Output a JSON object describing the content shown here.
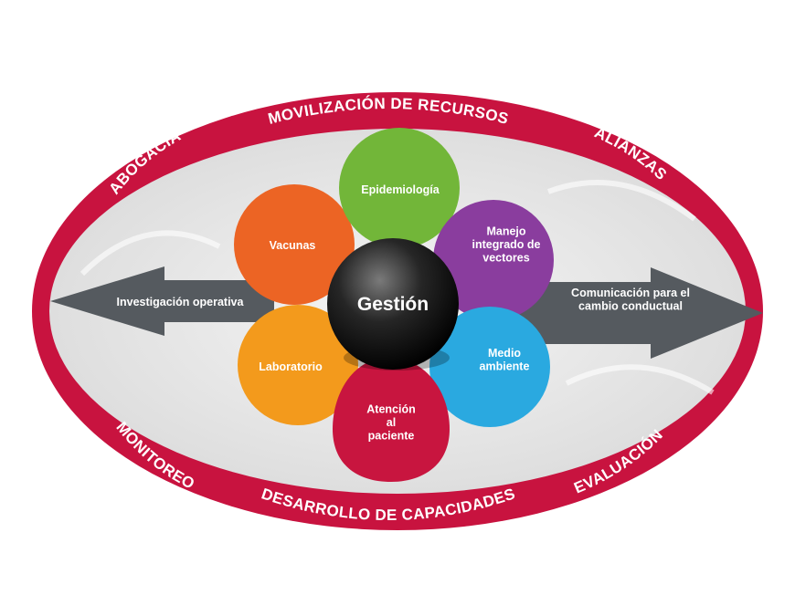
{
  "ring": {
    "top": "MOVILIZACIÓN DE RECURSOS",
    "top_left": "ABOGACÍA",
    "top_right": "ALIANZAS",
    "bottom": "DESARROLLO DE CAPACIDADES",
    "bottom_left": "MONITOREO",
    "bottom_right": "EVALUACIÓN"
  },
  "arrows": {
    "left": [
      "Investigación operativa"
    ],
    "right": [
      "Comunicación para el",
      "cambio conductual"
    ]
  },
  "petals": {
    "epidemiologia": [
      "Epidemiología"
    ],
    "manejo": [
      "Manejo",
      "integrado de",
      "vectores"
    ],
    "medio": [
      "Medio",
      "ambiente"
    ],
    "atencion": [
      "Atención",
      "al",
      "paciente"
    ],
    "laboratorio": [
      "Laboratorio"
    ],
    "vacunas": [
      "Vacunas"
    ]
  },
  "center": "Gestión",
  "colors": {
    "ring": "#c8133f",
    "arrow": "#555a5f",
    "epidemiologia": "#72b639",
    "manejo": "#8a3d9e",
    "medio": "#2aa9e0",
    "atencion": "#c8153f",
    "laboratorio": "#f39a1c",
    "vacunas": "#ec6424",
    "center": "#1a1a1a"
  }
}
